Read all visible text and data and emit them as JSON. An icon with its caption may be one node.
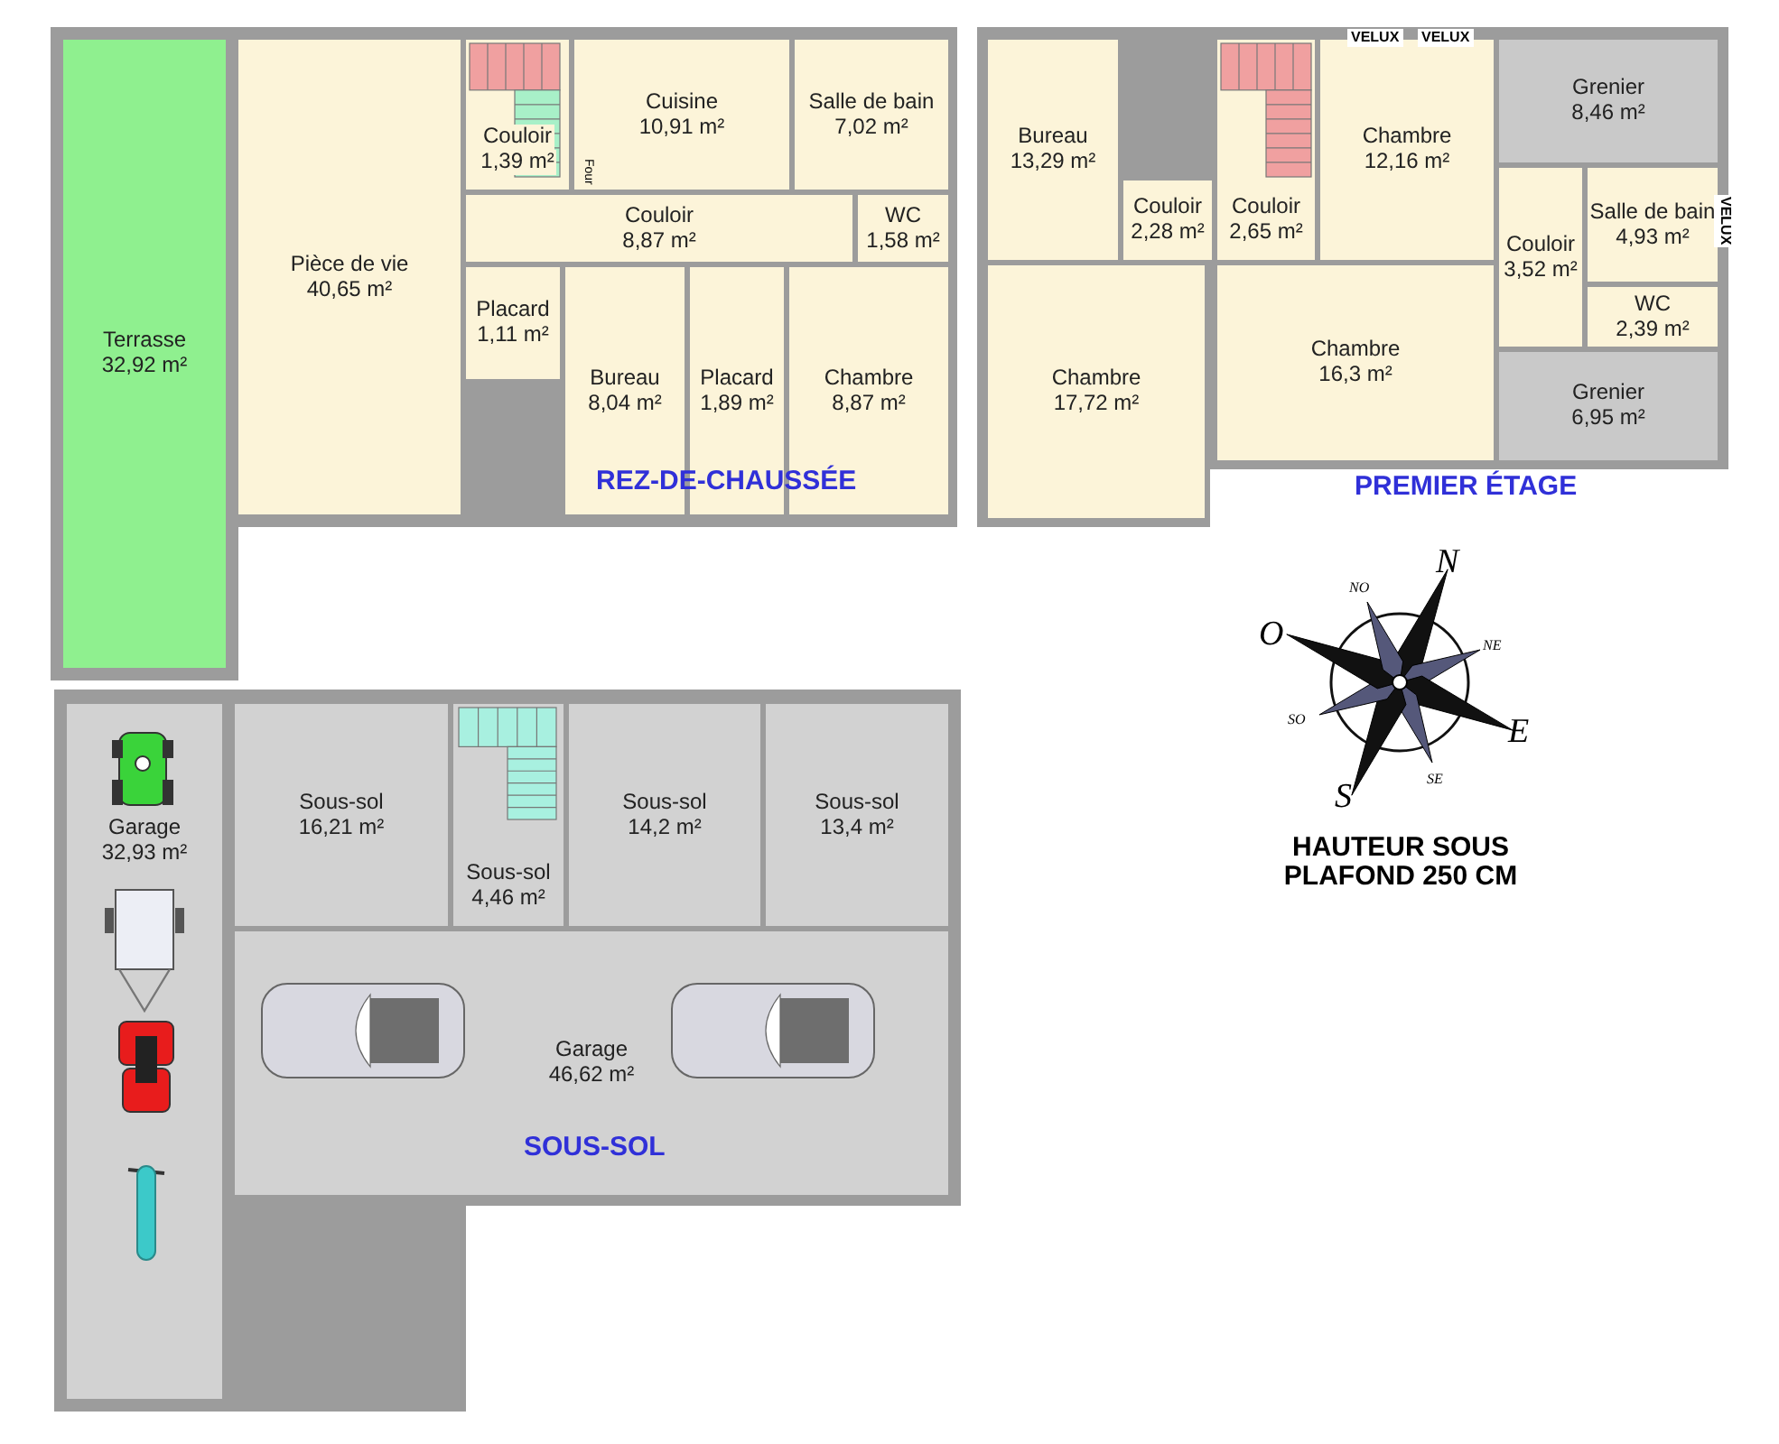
{
  "diagram": {
    "nodes": [
      {
        "text": [
          "Terrasse",
          "32,92 m²"
        ]
      },
      {
        "text": [
          "Pièce de vie",
          "40,65 m²"
        ]
      },
      {
        "text": [
          "Couloir",
          "1,39 m²"
        ]
      },
      {
        "text": [
          "Cuisine",
          "10,91 m²"
        ]
      },
      {
        "text": [
          "Salle de bain",
          "7,02 m²"
        ]
      },
      {
        "text": [
          "Couloir",
          "8,87 m²"
        ]
      },
      {
        "text": [
          "WC",
          "1,58 m²"
        ]
      },
      {
        "text": [
          "Placard",
          "1,11 m²"
        ]
      },
      {
        "text": [
          "Bureau",
          "8,04 m²"
        ]
      },
      {
        "text": [
          "Placard",
          "1,89 m²"
        ]
      },
      {
        "text": [
          "Chambre",
          "8,87 m²"
        ]
      },
      {
        "text": [
          "Bureau",
          "13,29 m²"
        ]
      },
      {
        "text": [
          "Couloir",
          "2,28 m²"
        ]
      },
      {
        "text": [
          "Couloir",
          "2,65 m²"
        ]
      },
      {
        "text": [
          "Chambre",
          "12,16 m²"
        ]
      },
      {
        "text": [
          "Grenier",
          "8,46 m²"
        ]
      },
      {
        "text": [
          "Couloir",
          "3,52 m²"
        ]
      },
      {
        "text": [
          "Salle de bain",
          "4,93 m²"
        ]
      },
      {
        "text": [
          "WC",
          "2,39 m²"
        ]
      },
      {
        "text": [
          "Chambre",
          "17,72 m²"
        ]
      },
      {
        "text": [
          "Chambre",
          "16,3 m²"
        ]
      },
      {
        "text": [
          "Grenier",
          "6,95 m²"
        ]
      },
      {
        "text": [
          "Garage",
          "32,93 m²"
        ]
      },
      {
        "text": [
          "Sous-sol",
          "16,21 m²"
        ]
      },
      {
        "text": [
          "Sous-sol",
          "4,46 m²"
        ]
      },
      {
        "text": [
          "Sous-sol",
          "14,2 m²"
        ]
      },
      {
        "text": [
          "Sous-sol",
          "13,4 m²"
        ]
      },
      {
        "text": [
          "Garage",
          "46,62 m²"
        ]
      }
    ],
    "labels": [
      "Four",
      "VELUX",
      "VELUX",
      "VELUX",
      "REZ-DE-CHAUSSÉE",
      "PREMIER ÉTAGE",
      "N",
      "NO",
      "NE",
      "O",
      "E",
      "SO",
      "SE",
      "S",
      "SOUS-SOL",
      "HAUTEUR SOUS PLAFOND 250 CM"
    ]
  }
}
